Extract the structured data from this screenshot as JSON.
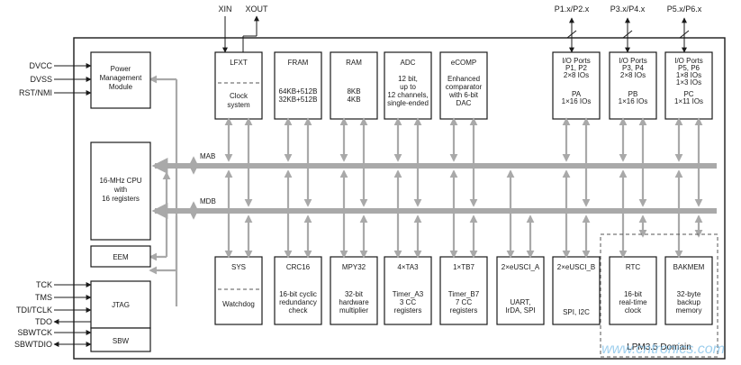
{
  "signals_left": [
    "DVCC",
    "DVSS",
    "RST/NMI",
    "TCK",
    "TMS",
    "TDI/TCLK",
    "TDO",
    "SBWTCK",
    "SBWTDIO"
  ],
  "clock_pins": [
    "XIN",
    "XOUT"
  ],
  "port_headers": [
    "P1.x/P2.x",
    "P3.x/P4.x",
    "P5.x/P6.x"
  ],
  "pmm": [
    "Power",
    "Management",
    "Module"
  ],
  "cpu": [
    "16-MHz CPU",
    "with",
    "16 registers"
  ],
  "eem": "EEM",
  "jtag": "JTAG",
  "sbw": "SBW",
  "buses": {
    "mab": "MAB",
    "mdb": "MDB"
  },
  "top_modules": [
    {
      "title": "LFXT",
      "lines": [
        "Clock",
        "system"
      ]
    },
    {
      "title": "FRAM",
      "lines": [
        "64KB+512B",
        "32KB+512B"
      ]
    },
    {
      "title": "RAM",
      "lines": [
        "8KB",
        "4KB"
      ]
    },
    {
      "title": "ADC",
      "lines": [
        "12 bit,",
        "up to",
        "12 channels,",
        "single-ended"
      ]
    },
    {
      "title": "eCOMP",
      "lines": [
        "Enhanced",
        "comparator",
        "with 6-bit",
        "DAC"
      ]
    },
    {
      "title": "I/O Ports",
      "lines": [
        "P1, P2",
        "2×8 IOs",
        "",
        "PA",
        "1×16 IOs"
      ]
    },
    {
      "title": "I/O Ports",
      "lines": [
        "P3, P4",
        "2×8 IOs",
        "",
        "PB",
        "1×16 IOs"
      ]
    },
    {
      "title": "I/O Ports",
      "lines": [
        "P5, P6",
        "1×8 IOs",
        "1×3 IOs",
        "PC",
        "1×11 IOs"
      ]
    }
  ],
  "bottom_modules": [
    {
      "title": "SYS",
      "lines": [
        "Watchdog"
      ]
    },
    {
      "title": "CRC16",
      "lines": [
        "16-bit cyclic",
        "redundancy",
        "check"
      ]
    },
    {
      "title": "MPY32",
      "lines": [
        "32-bit",
        "hardware",
        "multiplier"
      ]
    },
    {
      "title": "4×TA3",
      "lines": [
        "Timer_A3",
        "3 CC",
        "registers"
      ]
    },
    {
      "title": "1×TB7",
      "lines": [
        "Timer_B7",
        "7 CC",
        "registers"
      ]
    },
    {
      "title": "2×eUSCI_A",
      "lines": [
        "UART,",
        "IrDA, SPI"
      ]
    },
    {
      "title": "2×eUSCI_B",
      "lines": [
        "SPI, I2C"
      ]
    },
    {
      "title": "RTC",
      "lines": [
        "16-bit",
        "real-time",
        "clock"
      ]
    },
    {
      "title": "BAKMEM",
      "lines": [
        "32-byte",
        "backup",
        "memory"
      ]
    }
  ],
  "lpm_label": "LPM3.5 Domain",
  "watermark": "www.cntronics.com",
  "colors": {
    "bus": "#a9a9a9",
    "line": "#1a1a1a",
    "watermark": "#7fbfe8"
  }
}
